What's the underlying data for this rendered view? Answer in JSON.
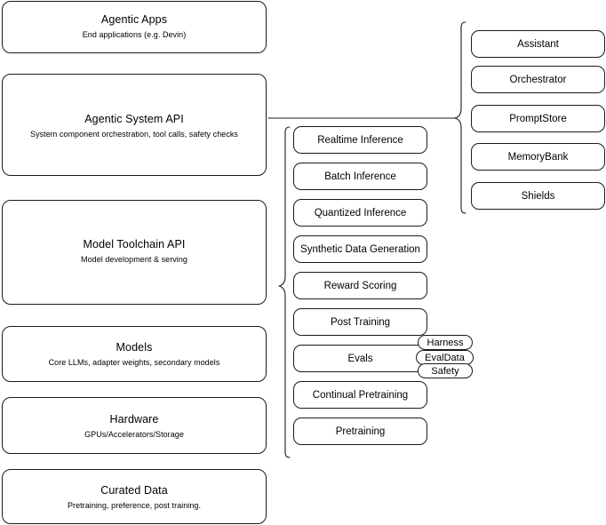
{
  "diagram": {
    "title": "AI stack layered architecture diagram",
    "stroke_color": "#1a1a1a",
    "background_color": "#ffffff",
    "layers": [
      {
        "title": "Agentic Apps",
        "subtitle": "End applications (e.g. Devin)"
      },
      {
        "title": "Agentic System API",
        "subtitle": "System component orchestration, tool calls, safety checks"
      },
      {
        "title": "Model Toolchain API",
        "subtitle": "Model development & serving"
      },
      {
        "title": "Models",
        "subtitle": "Core LLMs, adapter weights, secondary models"
      },
      {
        "title": "Hardware",
        "subtitle": "GPUs/Accelerators/Storage"
      },
      {
        "title": "Curated Data",
        "subtitle": "Pretraining, preference, post training."
      }
    ],
    "toolchain_components": [
      {
        "label": "Realtime Inference"
      },
      {
        "label": "Batch Inference"
      },
      {
        "label": "Quantized Inference"
      },
      {
        "label": "Synthetic Data Generation"
      },
      {
        "label": "Reward Scoring"
      },
      {
        "label": "Post Training"
      },
      {
        "label": "Evals"
      },
      {
        "label": "Continual Pretraining"
      },
      {
        "label": "Pretraining"
      }
    ],
    "agentic_components": [
      {
        "label": "Assistant"
      },
      {
        "label": "Orchestrator"
      },
      {
        "label": "PromptStore"
      },
      {
        "label": "MemoryBank"
      },
      {
        "label": "Shields"
      }
    ],
    "eval_badges": [
      {
        "label": "Harness"
      },
      {
        "label": "EvalData"
      },
      {
        "label": "Safety"
      }
    ]
  }
}
